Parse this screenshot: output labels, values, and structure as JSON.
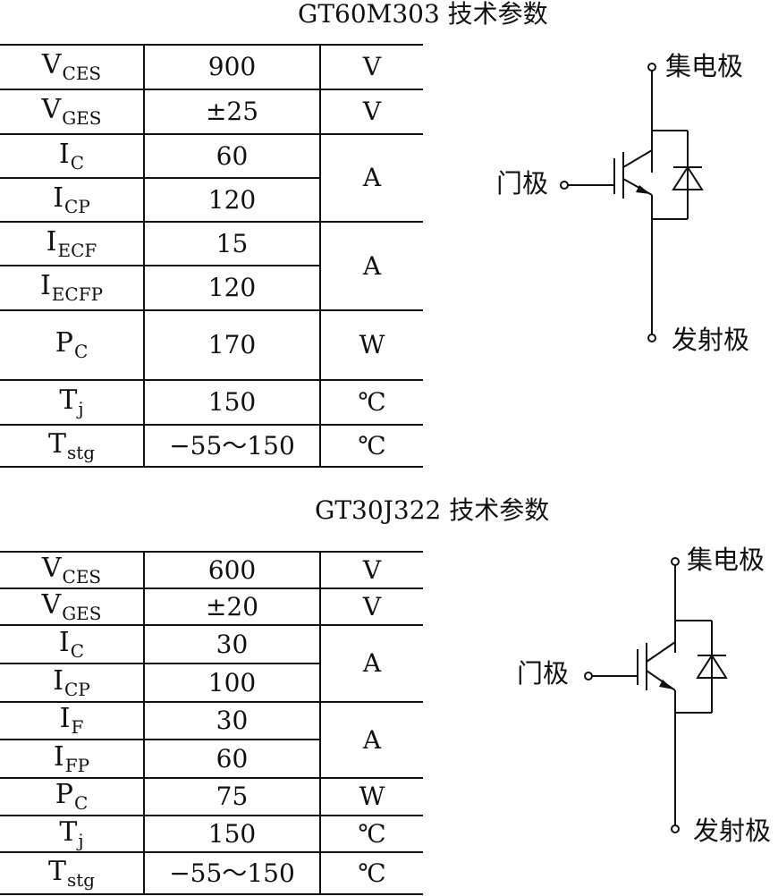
{
  "sections": [
    {
      "title": "GT60M303 技术参数",
      "rows": [
        {
          "sym": "V",
          "sub": "CES",
          "value": "900",
          "unit": "V"
        },
        {
          "sym": "V",
          "sub": "GES",
          "value": "±25",
          "unit": "V"
        },
        {
          "sym": "I",
          "sub": "C",
          "value": "60",
          "unit": "A"
        },
        {
          "sym": "I",
          "sub": "CP",
          "value": "120",
          "unit": ""
        },
        {
          "sym": "I",
          "sub": "ECF",
          "value": "15",
          "unit": "A"
        },
        {
          "sym": "I",
          "sub": "ECFP",
          "value": "120",
          "unit": ""
        },
        {
          "sym": "P",
          "sub": "C",
          "value": "170",
          "unit": "W"
        },
        {
          "sym": "T",
          "sub": "j",
          "value": "150",
          "unit": "℃"
        },
        {
          "sym": "T",
          "sub": "stg",
          "value": "−55～150",
          "unit": "℃"
        }
      ],
      "circuit": {
        "collector": "集电极",
        "gate": "门极",
        "emitter": "发射极"
      }
    },
    {
      "title": "GT30J322 技术参数",
      "rows": [
        {
          "sym": "V",
          "sub": "CES",
          "value": "600",
          "unit": "V"
        },
        {
          "sym": "V",
          "sub": "GES",
          "value": "±20",
          "unit": "V"
        },
        {
          "sym": "I",
          "sub": "C",
          "value": "30",
          "unit": "A"
        },
        {
          "sym": "I",
          "sub": "CP",
          "value": "100",
          "unit": ""
        },
        {
          "sym": "I",
          "sub": "F",
          "value": "30",
          "unit": "A"
        },
        {
          "sym": "I",
          "sub": "FP",
          "value": "60",
          "unit": ""
        },
        {
          "sym": "P",
          "sub": "C",
          "value": "75",
          "unit": "W"
        },
        {
          "sym": "T",
          "sub": "j",
          "value": "150",
          "unit": "℃"
        },
        {
          "sym": "T",
          "sub": "stg",
          "value": "−55～150",
          "unit": "℃"
        }
      ],
      "circuit": {
        "collector": "集电极",
        "gate": "门极",
        "emitter": "发射极"
      }
    }
  ]
}
